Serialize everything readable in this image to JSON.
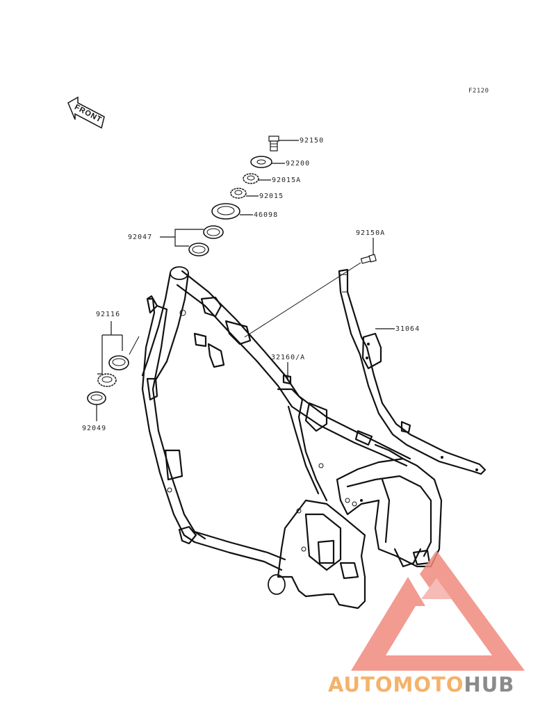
{
  "figure_code": "F2120",
  "front_label": "FRONT",
  "parts": {
    "p92150": "92150",
    "p92200": "92200",
    "p92015A": "92015A",
    "p92015": "92015",
    "p46098": "46098",
    "p92047": "92047",
    "p92150A": "92150A",
    "p31064": "31064",
    "p92116": "92116",
    "p32160A": "32160/A",
    "p92049": "92049"
  },
  "watermark": {
    "part1": "AUTOMOTO",
    "part2": "HUB",
    "colors": {
      "logo": "#f08a7e",
      "text_light": "#f4b26a",
      "text_dark": "#8b8b8b"
    }
  }
}
